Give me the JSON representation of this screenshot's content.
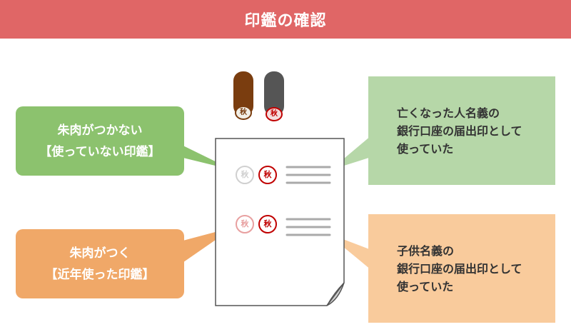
{
  "header": {
    "title": "印鑑の確認"
  },
  "bubbles": {
    "unused": {
      "line1": "朱肉がつかない",
      "line2": "【使っていない印鑑】"
    },
    "recent": {
      "line1": "朱肉がつく",
      "line2": "【近年使った印鑑】"
    }
  },
  "boxes": {
    "deceased": {
      "lines": [
        "亡くなった人名義の",
        "銀行口座の届出印として",
        "使っていた"
      ]
    },
    "child": {
      "lines": [
        "子供名義の",
        "銀行口座の届出印として",
        "使っていた"
      ]
    }
  },
  "seals": {
    "character": "秋"
  },
  "colors": {
    "header": "#e06666",
    "green": "#8cc26e",
    "orange": "#f0a868",
    "light_green": "#b6d7a8",
    "light_orange": "#f9cb9c",
    "seal_red": "#c00000",
    "seal_faded_pink": "#e8a0a0",
    "seal_faded_gray": "#d0d0d0",
    "stamp_brown": "#7a3d0f",
    "stamp_gray": "#555555"
  }
}
